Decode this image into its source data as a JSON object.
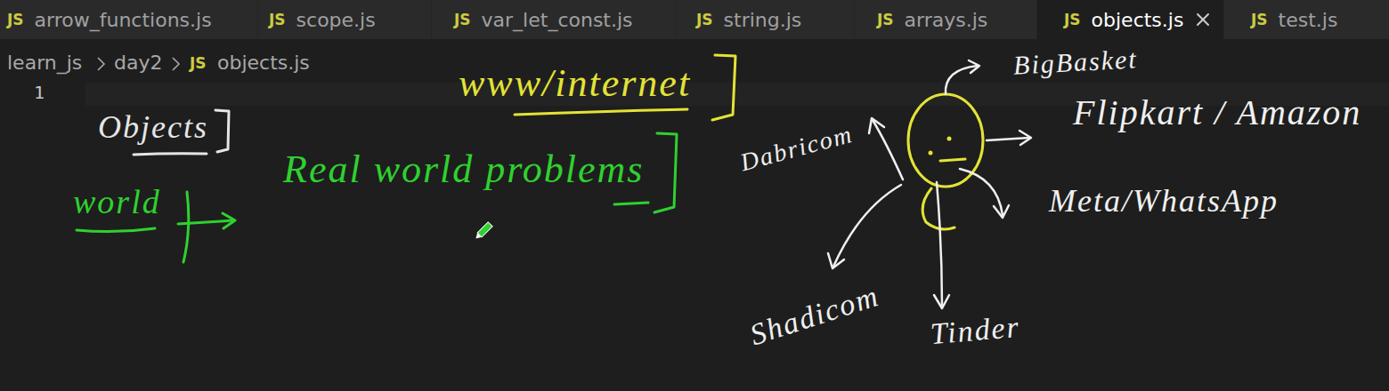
{
  "diagram": {
    "nodes": [
      {
        "text": [
          "JS",
          "arrow_functions.js"
        ]
      },
      {
        "text": [
          "JS",
          "scope.js"
        ]
      },
      {
        "text": [
          "JS",
          "var_let_const.js"
        ]
      },
      {
        "text": [
          "JS",
          "string.js"
        ]
      },
      {
        "text": [
          "JS",
          "arrays.js"
        ]
      },
      {
        "text": [
          "JS",
          "objects.js"
        ]
      },
      {
        "text": [
          "JS",
          "test.js"
        ]
      }
    ],
    "labels": [
      "learn_js",
      "day2",
      "JS",
      "objects.js",
      "1",
      "Objects",
      "www/internet",
      "world",
      "Real world problems",
      "BigBasket",
      "Flipkart / Amazon",
      "Meta/WhatsApp",
      "Tinder",
      "Shadicom",
      "Dabricom"
    ]
  }
}
